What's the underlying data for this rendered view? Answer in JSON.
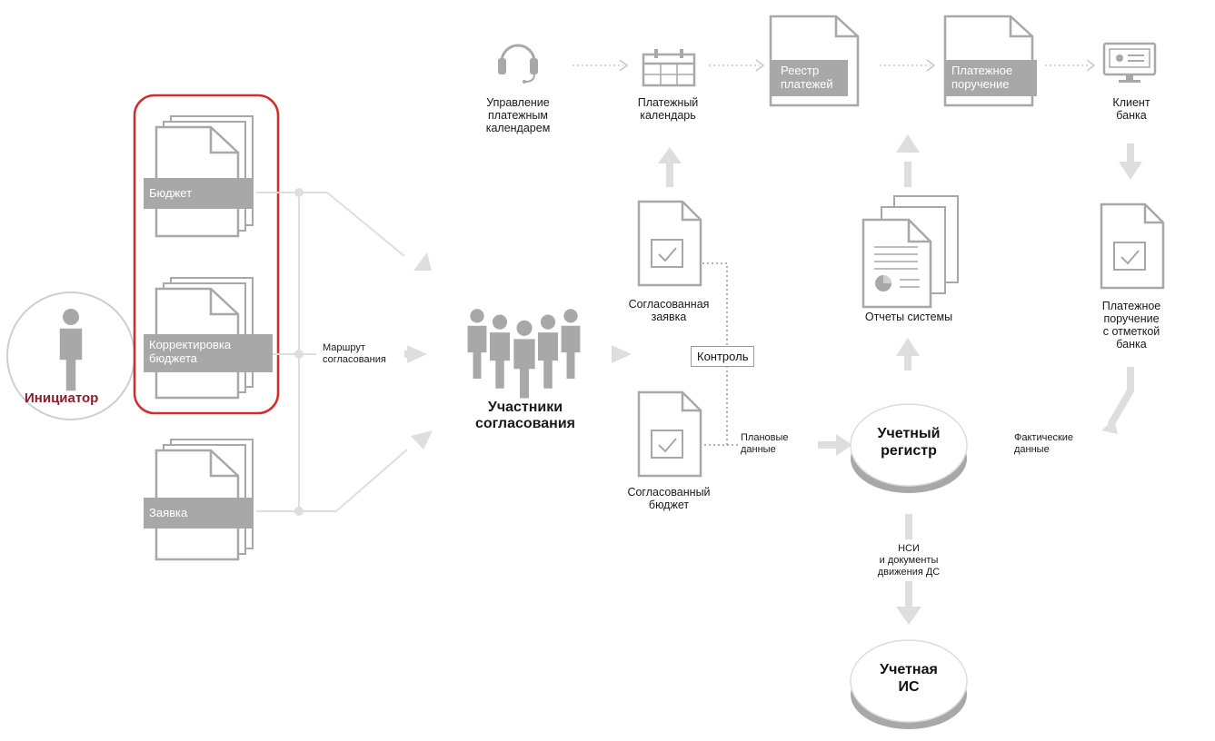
{
  "initiator": {
    "label": "Инициатор"
  },
  "documents": {
    "budget": "Бюджет",
    "budget_adjustment": "Корректировка\nбюджета",
    "request": "Заявка"
  },
  "route": {
    "label": "Маршрут\nсогласования"
  },
  "participants": {
    "label": "Участники\nсогласования"
  },
  "approved": {
    "request": "Согласованная\nзаявка",
    "budget": "Согласованный\nбюджет",
    "control": "Контроль"
  },
  "top_flow": {
    "calendar_mgmt": "Управление\nплатежным\nкалендарем",
    "payment_calendar": "Платежный\nкалендарь",
    "payment_registry": "Реестр\nплатежей",
    "payment_order": "Платежное\nпоручение",
    "bank_client": "Клиент\nбанка"
  },
  "reports": {
    "label": "Отчеты системы"
  },
  "bank_order": {
    "label": "Платежное\nпоручение\nс отметкой\nбанка"
  },
  "registers": {
    "accounting_register": "Учетный\nрегистр",
    "accounting_is": "Учетная\nИС"
  },
  "flow_labels": {
    "planned": "Плановые\nданные",
    "actual": "Фактические\nданные",
    "nsi": "НСИ\nи документы\nдвижения ДС"
  },
  "colors": {
    "accent": "#d62b2b",
    "initiator": "#8c1b32",
    "icon_gray": "#a8a8a8",
    "arrow_gray": "#dcdcdc"
  }
}
